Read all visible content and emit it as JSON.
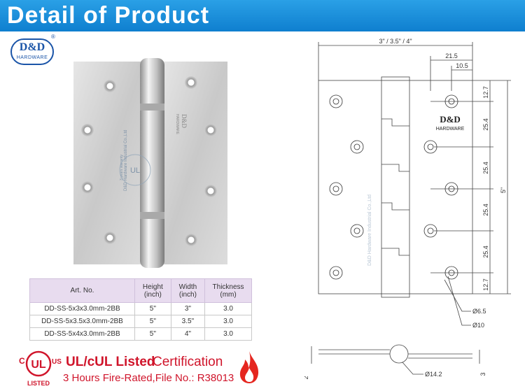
{
  "banner": {
    "title": "Detail of Product"
  },
  "logo": {
    "brand": "D&D",
    "sub": "HARDWARE",
    "reg": "®"
  },
  "plate_marks": {
    "brand": "D&D",
    "hardware": "HARDWARE",
    "stamp_text": "D&D Hardware Industrial Co.,Ltd",
    "ul_mark": "UL",
    "ul_text": "3 years warranty"
  },
  "table": {
    "headers": [
      "Art. No.",
      "Height (inch)",
      "Width (inch)",
      "Thickness (mm)"
    ],
    "rows": [
      [
        "DD-SS-5x3x3.0mm-2BB",
        "5\"",
        "3\"",
        "3.0"
      ],
      [
        "DD-SS-5x3.5x3.0mm-2BB",
        "5\"",
        "3.5\"",
        "3.0"
      ],
      [
        "DD-SS-5x4x3.0mm-2BB",
        "5\"",
        "4\"",
        "3.0"
      ]
    ]
  },
  "drawing": {
    "width_label": "3\" / 3.5\" / 4\"",
    "dim_21_5": "21.5",
    "dim_10_5": "10.5",
    "side_dims": [
      "12.7",
      "25.4",
      "25.4",
      "25.4",
      "25.4",
      "12.7"
    ],
    "height_label": "5\"",
    "hole_small": "Ø6.5",
    "hole_large": "Ø10",
    "knuckle": "Ø14.2",
    "thick_left": "2",
    "thick_right": "3",
    "brand": "D&D",
    "hardware": "HARDWARE",
    "watermark": "D&D Hardware Industrial Co.,Ltd"
  },
  "certification": {
    "ul_c": "C",
    "ul_us": "US",
    "ul_listed": "LISTED",
    "title": "UL/cUL Listed",
    "cert": "Certification",
    "fire_line": "3 Hours Fire-Rated,File No.: R38013"
  },
  "colors": {
    "banner": "#1587d6",
    "accent_red": "#d0152b",
    "brand_blue": "#1b55a8",
    "table_header": "#e8dcef"
  }
}
